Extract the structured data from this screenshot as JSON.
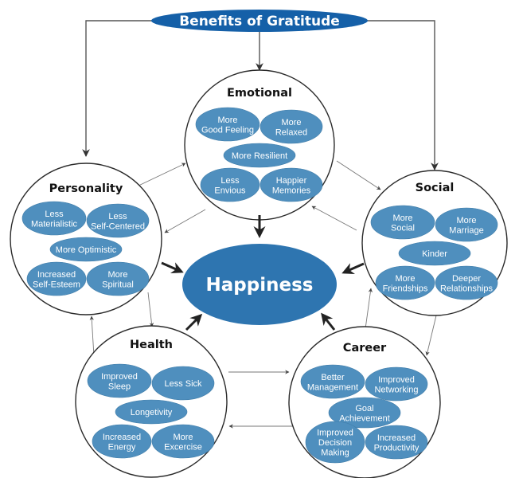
{
  "title": "Benefits of Gratitude",
  "hub": "Happiness",
  "colors": {
    "title_fill": "#1560a8",
    "hub_fill": "#2e75b0",
    "item_fill": "#4f8fbe",
    "circle_stroke": "#2a2a2a"
  },
  "categories": [
    {
      "id": "emotional",
      "label": "Emotional",
      "items": [
        [
          "More",
          "Good Feeling"
        ],
        [
          "More",
          "Relaxed"
        ],
        [
          "More Resilient"
        ],
        [
          "Less",
          "Envious"
        ],
        [
          "Happier",
          "Memories"
        ]
      ]
    },
    {
      "id": "personality",
      "label": "Personality",
      "items": [
        [
          "Less",
          "Materialistic"
        ],
        [
          "Less",
          "Self-Centered"
        ],
        [
          "More Optimistic"
        ],
        [
          "Increased",
          "Self-Esteem"
        ],
        [
          "More",
          "Spiritual"
        ]
      ]
    },
    {
      "id": "social",
      "label": "Social",
      "items": [
        [
          "More",
          "Social"
        ],
        [
          "More",
          "Marriage"
        ],
        [
          "Kinder"
        ],
        [
          "More",
          "Friendships"
        ],
        [
          "Deeper",
          "Relationships"
        ]
      ]
    },
    {
      "id": "health",
      "label": "Health",
      "items": [
        [
          "Improved",
          "Sleep"
        ],
        [
          "Less Sick"
        ],
        [
          "Longetivity"
        ],
        [
          "Increased",
          "Energy"
        ],
        [
          "More",
          "Excercise"
        ]
      ]
    },
    {
      "id": "career",
      "label": "Career",
      "items": [
        [
          "Better",
          "Management"
        ],
        [
          "Improved",
          "Networking"
        ],
        [
          "Goal",
          "Achievement"
        ],
        [
          "Improved",
          "Decision",
          "Making"
        ],
        [
          "Increased",
          "Productivity"
        ]
      ]
    }
  ]
}
